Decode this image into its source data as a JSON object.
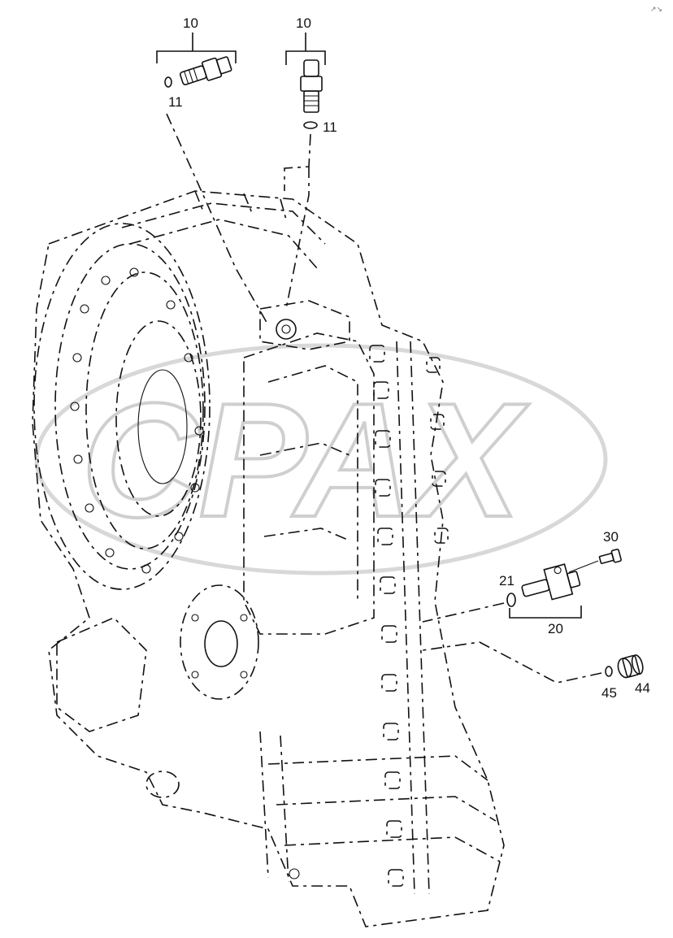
{
  "watermark": "CPAX",
  "corner_mark": "↗↘",
  "callouts": {
    "sensor_left_group": "10",
    "sensor_left_oring": "11",
    "sensor_top_group": "10",
    "sensor_top_oring": "11",
    "bolt": "30",
    "sender_oring": "21",
    "sender_group": "20",
    "plug_oring": "45",
    "plug": "44"
  }
}
